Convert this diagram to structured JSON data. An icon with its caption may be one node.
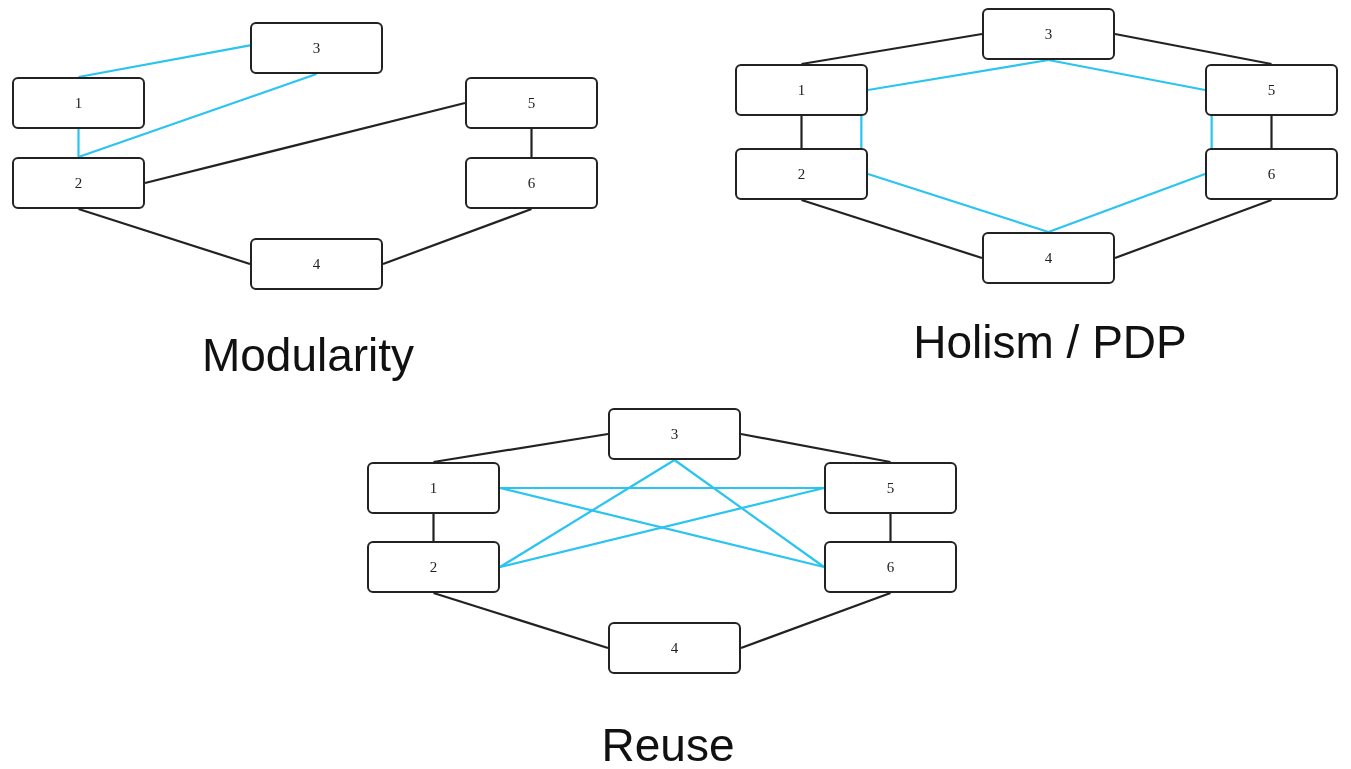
{
  "diagram": {
    "nodes": [
      {
        "text": [
          "1"
        ]
      },
      {
        "text": [
          "2"
        ]
      },
      {
        "text": [
          "3"
        ]
      },
      {
        "text": [
          "4"
        ]
      },
      {
        "text": [
          "5"
        ]
      },
      {
        "text": [
          "6"
        ]
      },
      {
        "text": [
          "1"
        ]
      },
      {
        "text": [
          "2"
        ]
      },
      {
        "text": [
          "3"
        ]
      },
      {
        "text": [
          "4"
        ]
      },
      {
        "text": [
          "5"
        ]
      },
      {
        "text": [
          "6"
        ]
      },
      {
        "text": [
          "1"
        ]
      },
      {
        "text": [
          "2"
        ]
      },
      {
        "text": [
          "3"
        ]
      },
      {
        "text": [
          "4"
        ]
      },
      {
        "text": [
          "5"
        ]
      },
      {
        "text": [
          "6"
        ]
      }
    ],
    "edges": [
      {
        "from": 0,
        "to": 2,
        "arrow": "none",
        "color": "#29c4f0"
      },
      {
        "from": 0,
        "to": 1,
        "arrow": "none",
        "color": "#29c4f0"
      },
      {
        "from": 1,
        "to": 2,
        "arrow": "none",
        "color": "#29c4f0"
      },
      {
        "from": 1,
        "to": 4,
        "arrow": "none"
      },
      {
        "from": 4,
        "to": 5,
        "arrow": "none"
      },
      {
        "from": 1,
        "to": 3,
        "arrow": "none"
      },
      {
        "from": 3,
        "to": 5,
        "arrow": "none"
      },
      {
        "from": 6,
        "to": 8,
        "arrow": "none"
      },
      {
        "from": 8,
        "to": 10,
        "arrow": "none"
      },
      {
        "from": 6,
        "to": 7,
        "arrow": "none"
      },
      {
        "from": 10,
        "to": 11,
        "arrow": "none"
      },
      {
        "from": 7,
        "to": 9,
        "arrow": "none"
      },
      {
        "from": 9,
        "to": 11,
        "arrow": "none"
      },
      {
        "from": 8,
        "to": 6,
        "arrow": "none",
        "color": "#29c4f0"
      },
      {
        "from": 8,
        "to": 10,
        "arrow": "none",
        "color": "#29c4f0"
      },
      {
        "from": 6,
        "to": 7,
        "arrow": "none",
        "color": "#29c4f0"
      },
      {
        "from": 10,
        "to": 11,
        "arrow": "none",
        "color": "#29c4f0"
      },
      {
        "from": 7,
        "to": 9,
        "arrow": "none",
        "color": "#29c4f0"
      },
      {
        "from": 11,
        "to": 9,
        "arrow": "none",
        "color": "#29c4f0"
      },
      {
        "from": 12,
        "to": 14,
        "arrow": "none"
      },
      {
        "from": 14,
        "to": 16,
        "arrow": "none"
      },
      {
        "from": 12,
        "to": 13,
        "arrow": "none"
      },
      {
        "from": 16,
        "to": 17,
        "arrow": "none"
      },
      {
        "from": 13,
        "to": 15,
        "arrow": "none"
      },
      {
        "from": 15,
        "to": 17,
        "arrow": "none"
      },
      {
        "from": 12,
        "to": 16,
        "arrow": "none",
        "color": "#29c4f0"
      },
      {
        "from": 12,
        "to": 17,
        "arrow": "none",
        "color": "#29c4f0"
      },
      {
        "from": 13,
        "to": 16,
        "arrow": "none",
        "color": "#29c4f0"
      },
      {
        "from": 14,
        "to": 13,
        "arrow": "none",
        "color": "#29c4f0"
      },
      {
        "from": 14,
        "to": 17,
        "arrow": "none",
        "color": "#29c4f0"
      }
    ],
    "labels": [
      "Modularity",
      "Holism / PDP",
      "Reuse"
    ]
  }
}
